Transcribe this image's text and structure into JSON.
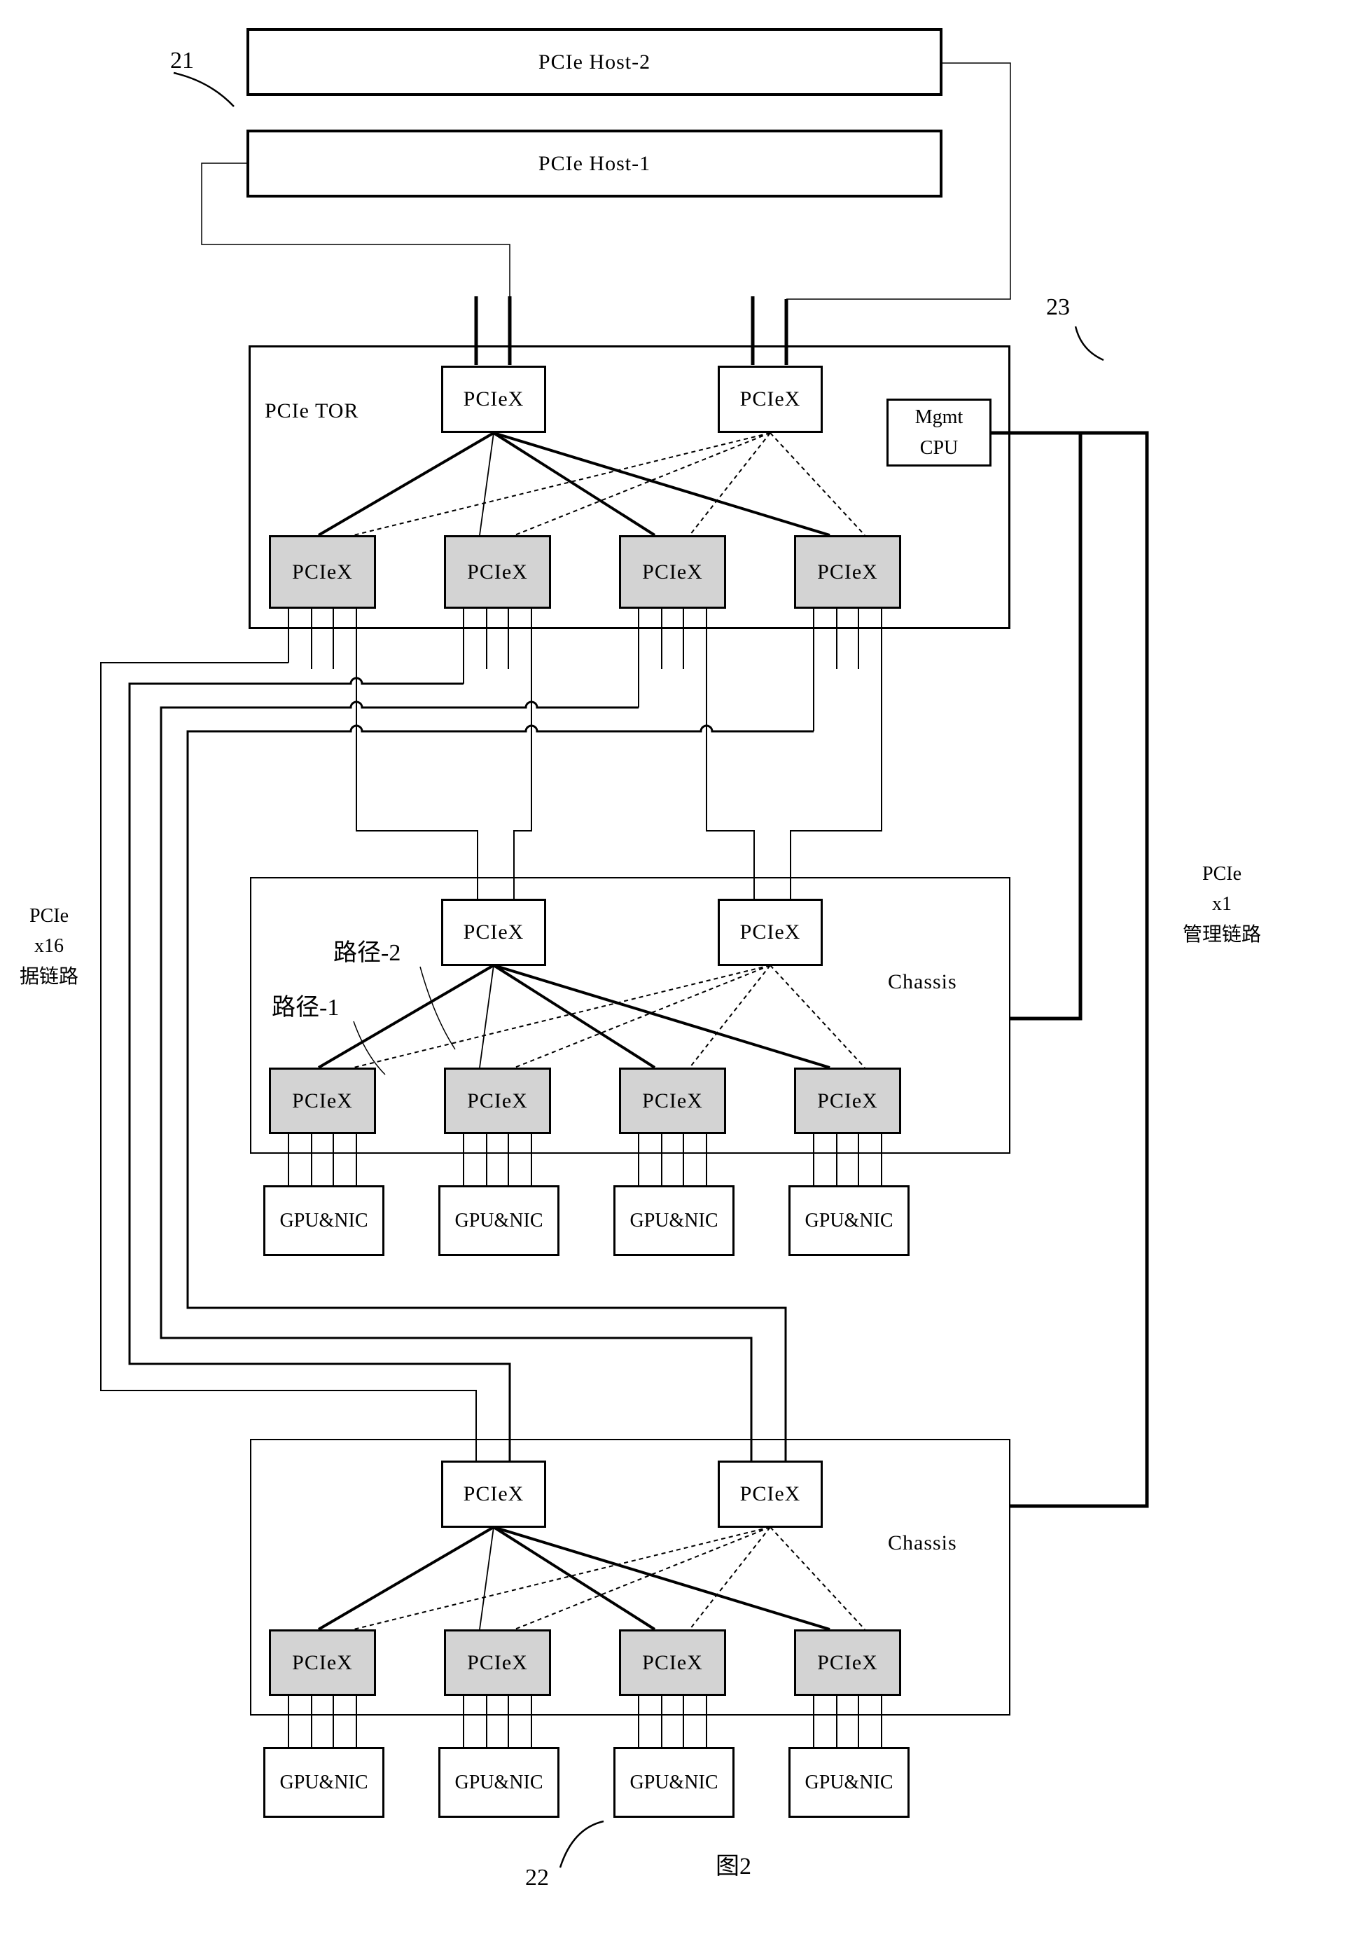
{
  "labels": {
    "host2": "PCIe Host-2",
    "host1": "PCIe Host-1",
    "tor": "PCIe TOR",
    "pciex": "PCIeX",
    "mgmt_line1": "Mgmt",
    "mgmt_line2": "CPU",
    "chassis": "Chassis",
    "gpunic": "GPU&NIC",
    "path1": "路径-1",
    "path2": "路径-2",
    "left_link_line1": "PCIe",
    "left_link_line2": "x16",
    "left_link_line3": "据链路",
    "right_link_line1": "PCIe",
    "right_link_line2": "x1",
    "right_link_line3": "管理链路",
    "ref21": "21",
    "ref22": "22",
    "ref23": "23",
    "figure_caption": "图2"
  },
  "colors": {
    "switch_fill": "#d3d3d3",
    "line": "#000000",
    "background": "#ffffff"
  }
}
